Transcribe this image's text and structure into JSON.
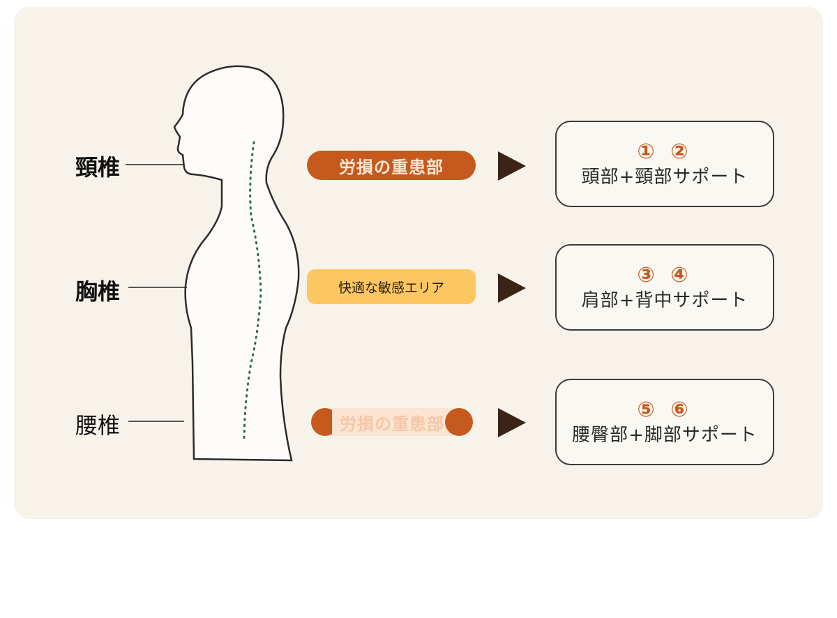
{
  "vertebrae": {
    "cervical": "頸椎",
    "thoracic": "胸椎",
    "lumbar": "腰椎"
  },
  "tags": [
    {
      "label": "労損の重患部",
      "style": "dark"
    },
    {
      "label": "快適な敏感エリア",
      "style": "yellow"
    },
    {
      "label": "労損の重患部",
      "style": "faded"
    }
  ],
  "supports": [
    {
      "numbers": "① ②",
      "text": "頭部+頸部サポート"
    },
    {
      "numbers": "③ ④",
      "text": "肩部+背中サポート"
    },
    {
      "numbers": "⑤ ⑥",
      "text": "腰臀部+脚部サポート"
    }
  ],
  "colors": {
    "panel": "#f7f3ea",
    "accent": "#c65a1e",
    "highlight": "#fcc760",
    "arrow": "#3b2416",
    "spine": "#2e6b3e"
  }
}
